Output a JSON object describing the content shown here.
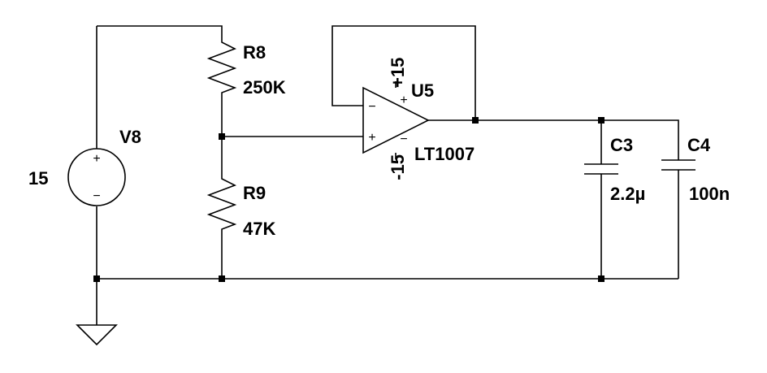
{
  "components": {
    "v8": {
      "name": "V8",
      "value": "15"
    },
    "r8": {
      "name": "R8",
      "value": "250K"
    },
    "r9": {
      "name": "R9",
      "value": "47K"
    },
    "u5": {
      "name": "U5",
      "model": "LT1007",
      "vpos": "+15",
      "vneg": "-15"
    },
    "c3": {
      "name": "C3",
      "value": "2.2µ"
    },
    "c4": {
      "name": "C4",
      "value": "100n"
    }
  },
  "symbols": {
    "plus": "+",
    "minus": "−",
    "plus_small": "+",
    "minus_small": "−"
  }
}
